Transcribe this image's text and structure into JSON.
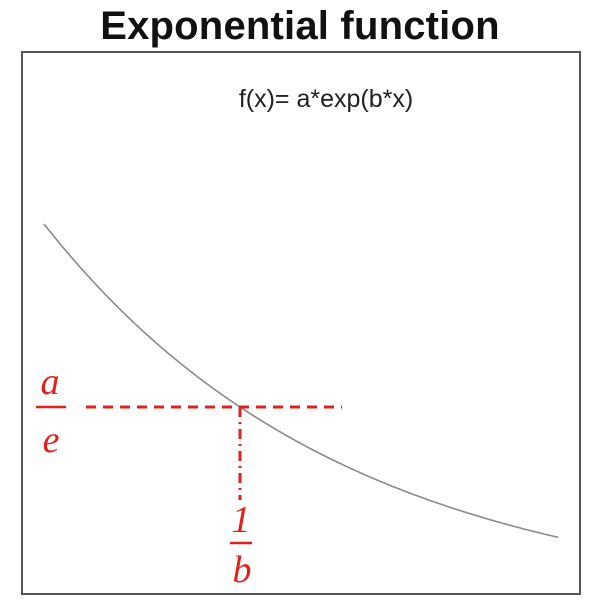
{
  "title": "Exponential function",
  "formula": "f(x)= a*exp(b*x)",
  "labels": {
    "a_over_e": {
      "numerator": "a",
      "denominator": "e"
    },
    "one_over_b": {
      "numerator": "1",
      "denominator": "b"
    }
  },
  "colors": {
    "curve": "#8a8a8a",
    "annotation": "#e0211d",
    "frame": "#555555"
  }
}
